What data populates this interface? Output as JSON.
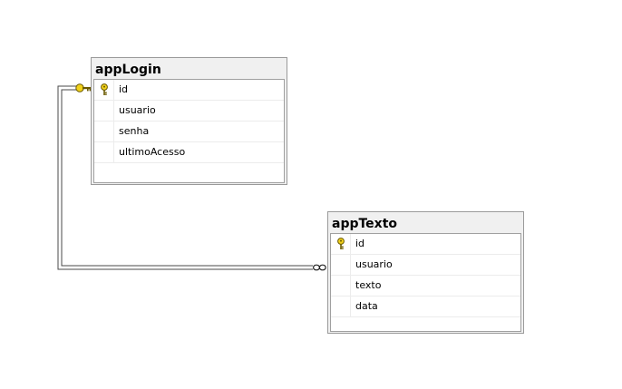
{
  "tables": [
    {
      "name": "appLogin",
      "columns": [
        {
          "name": "id",
          "primary_key": true
        },
        {
          "name": "usuario",
          "primary_key": false
        },
        {
          "name": "senha",
          "primary_key": false
        },
        {
          "name": "ultimoAcesso",
          "primary_key": false
        }
      ]
    },
    {
      "name": "appTexto",
      "columns": [
        {
          "name": "id",
          "primary_key": true
        },
        {
          "name": "usuario",
          "primary_key": false
        },
        {
          "name": "texto",
          "primary_key": false
        },
        {
          "name": "data",
          "primary_key": false
        }
      ]
    }
  ],
  "relationship": {
    "from_table": "appLogin",
    "to_table": "appTexto",
    "from_end": "one-key",
    "to_end": "many-infinity"
  },
  "colors": {
    "key_icon": "#f2d21b",
    "line": "#5a5a5a",
    "header_bg": "#f0f0f0",
    "border": "#9a9a9a"
  },
  "icons": {
    "primary_key": "key-icon",
    "one_end": "key-icon",
    "many_end": "infinity-icon"
  }
}
